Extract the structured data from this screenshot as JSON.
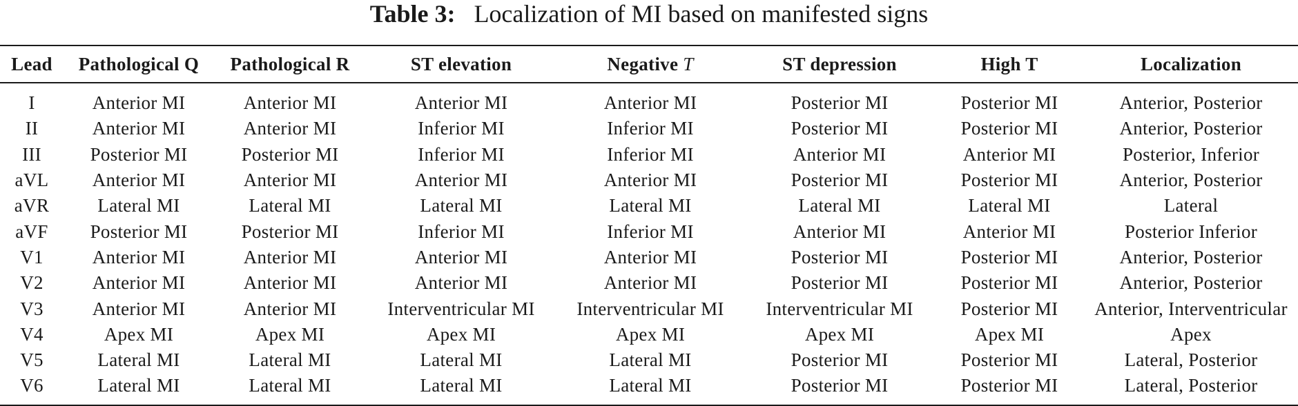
{
  "caption": {
    "label": "Table 3:",
    "title": "Localization of MI based on manifested signs"
  },
  "table": {
    "headers": {
      "lead": "Lead",
      "pathological_q": "Pathological Q",
      "pathological_r": "Pathological R",
      "st_elevation": "ST elevation",
      "negative_t_prefix": "Negative",
      "negative_t_var": "T",
      "st_depression": "ST depression",
      "high_t": "High T",
      "localization": "Localization"
    },
    "rows": [
      [
        "I",
        "Anterior MI",
        "Anterior MI",
        "Anterior MI",
        "Anterior MI",
        "Posterior MI",
        "Posterior MI",
        "Anterior, Posterior"
      ],
      [
        "II",
        "Anterior MI",
        "Anterior MI",
        "Inferior MI",
        "Inferior MI",
        "Posterior MI",
        "Posterior MI",
        "Anterior, Posterior"
      ],
      [
        "III",
        "Posterior MI",
        "Posterior MI",
        "Inferior MI",
        "Inferior MI",
        "Anterior MI",
        "Anterior MI",
        "Posterior, Inferior"
      ],
      [
        "aVL",
        "Anterior MI",
        "Anterior MI",
        "Anterior MI",
        "Anterior MI",
        "Posterior MI",
        "Posterior MI",
        "Anterior, Posterior"
      ],
      [
        "aVR",
        "Lateral MI",
        "Lateral MI",
        "Lateral MI",
        "Lateral MI",
        "Lateral MI",
        "Lateral MI",
        "Lateral"
      ],
      [
        "aVF",
        "Posterior MI",
        "Posterior MI",
        "Inferior MI",
        "Inferior MI",
        "Anterior MI",
        "Anterior MI",
        "Posterior Inferior"
      ],
      [
        "V1",
        "Anterior MI",
        "Anterior MI",
        "Anterior MI",
        "Anterior MI",
        "Posterior MI",
        "Posterior MI",
        "Anterior, Posterior"
      ],
      [
        "V2",
        "Anterior MI",
        "Anterior MI",
        "Anterior MI",
        "Anterior MI",
        "Posterior MI",
        "Posterior MI",
        "Anterior, Posterior"
      ],
      [
        "V3",
        "Anterior MI",
        "Anterior MI",
        "Interventricular MI",
        "Interventricular MI",
        "Interventricular MI",
        "Posterior MI",
        "Anterior, Interventricular"
      ],
      [
        "V4",
        "Apex MI",
        "Apex MI",
        "Apex MI",
        "Apex MI",
        "Apex MI",
        "Apex MI",
        "Apex"
      ],
      [
        "V5",
        "Lateral MI",
        "Lateral MI",
        "Lateral MI",
        "Lateral MI",
        "Posterior MI",
        "Posterior MI",
        "Lateral, Posterior"
      ],
      [
        "V6",
        "Lateral MI",
        "Lateral MI",
        "Lateral MI",
        "Lateral MI",
        "Posterior MI",
        "Posterior MI",
        "Lateral, Posterior"
      ]
    ]
  }
}
